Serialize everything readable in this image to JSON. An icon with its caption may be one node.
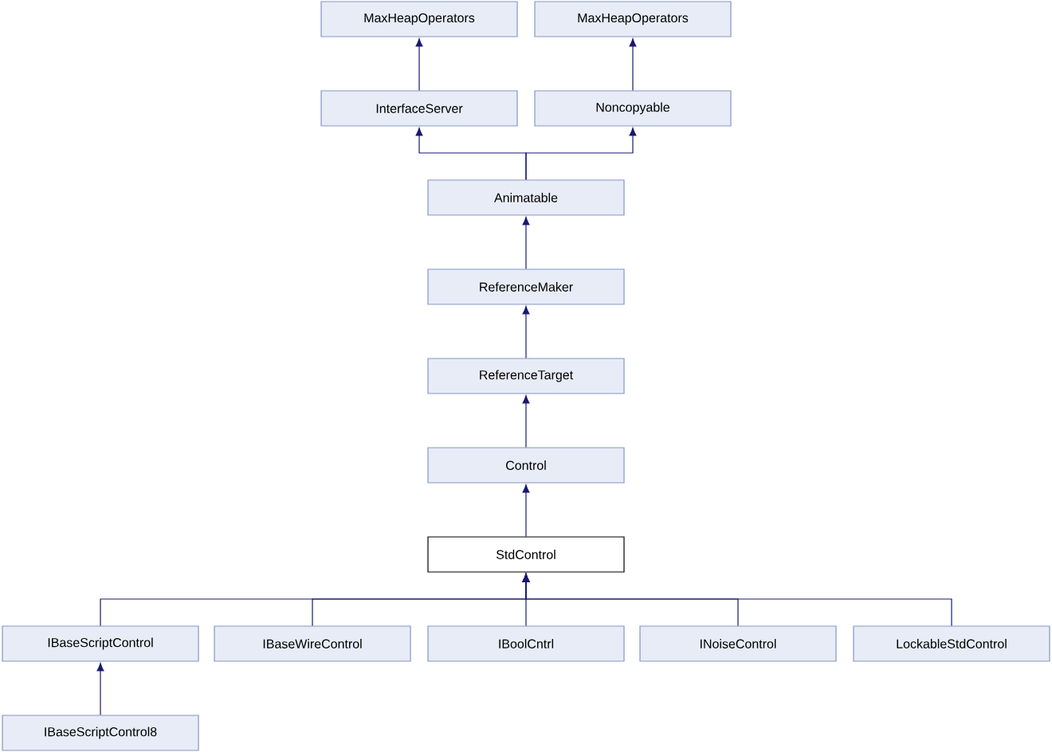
{
  "diagram": {
    "nodes": [
      {
        "text": [
          "MaxHeapOperators"
        ]
      },
      {
        "text": [
          "MaxHeapOperators"
        ]
      },
      {
        "text": [
          "InterfaceServer"
        ]
      },
      {
        "text": [
          "Noncopyable"
        ]
      },
      {
        "text": [
          "Animatable"
        ]
      },
      {
        "text": [
          "ReferenceMaker"
        ]
      },
      {
        "text": [
          "ReferenceTarget"
        ]
      },
      {
        "text": [
          "Control"
        ]
      },
      {
        "text": [
          "StdControl"
        ]
      },
      {
        "text": [
          "IBaseScriptControl"
        ]
      },
      {
        "text": [
          "IBaseWireControl"
        ]
      },
      {
        "text": [
          "IBoolCntrl"
        ]
      },
      {
        "text": [
          "INoiseControl"
        ]
      },
      {
        "text": [
          "LockableStdControl"
        ]
      },
      {
        "text": [
          "IBaseScriptControl8"
        ]
      }
    ],
    "edges": [
      {
        "from": 2,
        "to": 0,
        "arrow": "to"
      },
      {
        "from": 3,
        "to": 1,
        "arrow": "to"
      },
      {
        "from": 4,
        "to": 2,
        "arrow": "to"
      },
      {
        "from": 4,
        "to": 3,
        "arrow": "to"
      },
      {
        "from": 5,
        "to": 4,
        "arrow": "to"
      },
      {
        "from": 6,
        "to": 5,
        "arrow": "to"
      },
      {
        "from": 7,
        "to": 6,
        "arrow": "to"
      },
      {
        "from": 8,
        "to": 7,
        "arrow": "to"
      },
      {
        "from": 9,
        "to": 8,
        "arrow": "to"
      },
      {
        "from": 10,
        "to": 8,
        "arrow": "to"
      },
      {
        "from": 11,
        "to": 8,
        "arrow": "to"
      },
      {
        "from": 12,
        "to": 8,
        "arrow": "to"
      },
      {
        "from": 13,
        "to": 8,
        "arrow": "to"
      },
      {
        "from": 14,
        "to": 9,
        "arrow": "to"
      }
    ]
  }
}
